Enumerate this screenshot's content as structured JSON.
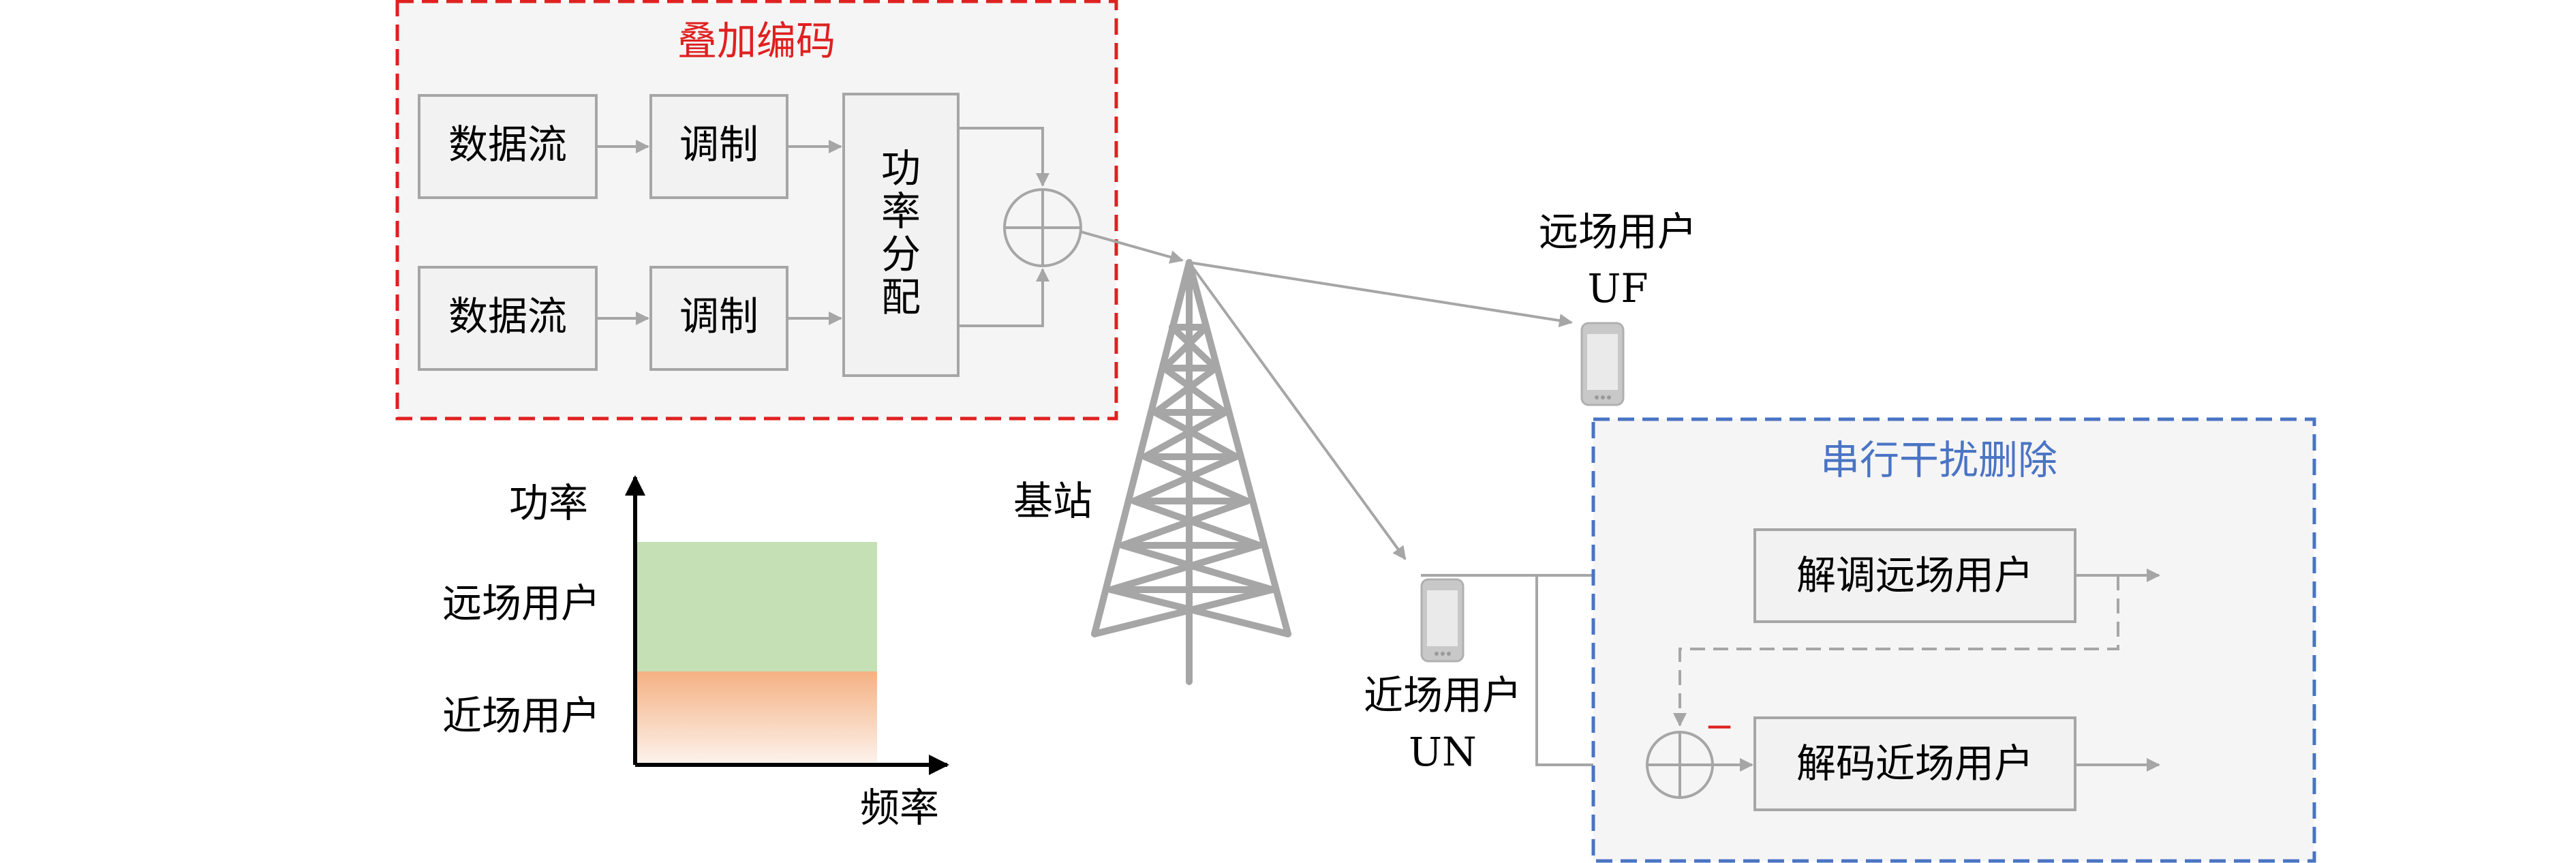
{
  "superposition": {
    "title": "叠加编码",
    "stream1": "数据流",
    "stream2": "数据流",
    "mod1": "调制",
    "mod2": "调制",
    "power_alloc": [
      "功",
      "率",
      "分",
      "配"
    ]
  },
  "base_station": {
    "label": "基站"
  },
  "far_user": {
    "label": "远场用户",
    "abbr": "UF"
  },
  "near_user": {
    "label": "近场用户",
    "abbr": "UN"
  },
  "sic": {
    "title": "串行干扰删除",
    "demod_far": "解调远场用户",
    "decode_near": "解码近场用户",
    "minus": "−"
  },
  "power_chart": {
    "ylabel": "功率",
    "xlabel": "频率",
    "far_band": "远场用户",
    "near_band": "近场用户"
  },
  "colors": {
    "box_fill": "#f2f2f2",
    "stroke": "#a6a6a6",
    "arrow": "#a6a6a6",
    "sc_border": "#e02020",
    "sic_border": "#4a74c4",
    "sic_title": "#4a74c4",
    "minus": "#e02020",
    "far_band": "#c5e0b4",
    "near_band_top": "#f4b183",
    "near_band_bottom": "#fdf1ea"
  },
  "icons": [
    "phone-icon",
    "tower-icon",
    "adder-icon"
  ]
}
